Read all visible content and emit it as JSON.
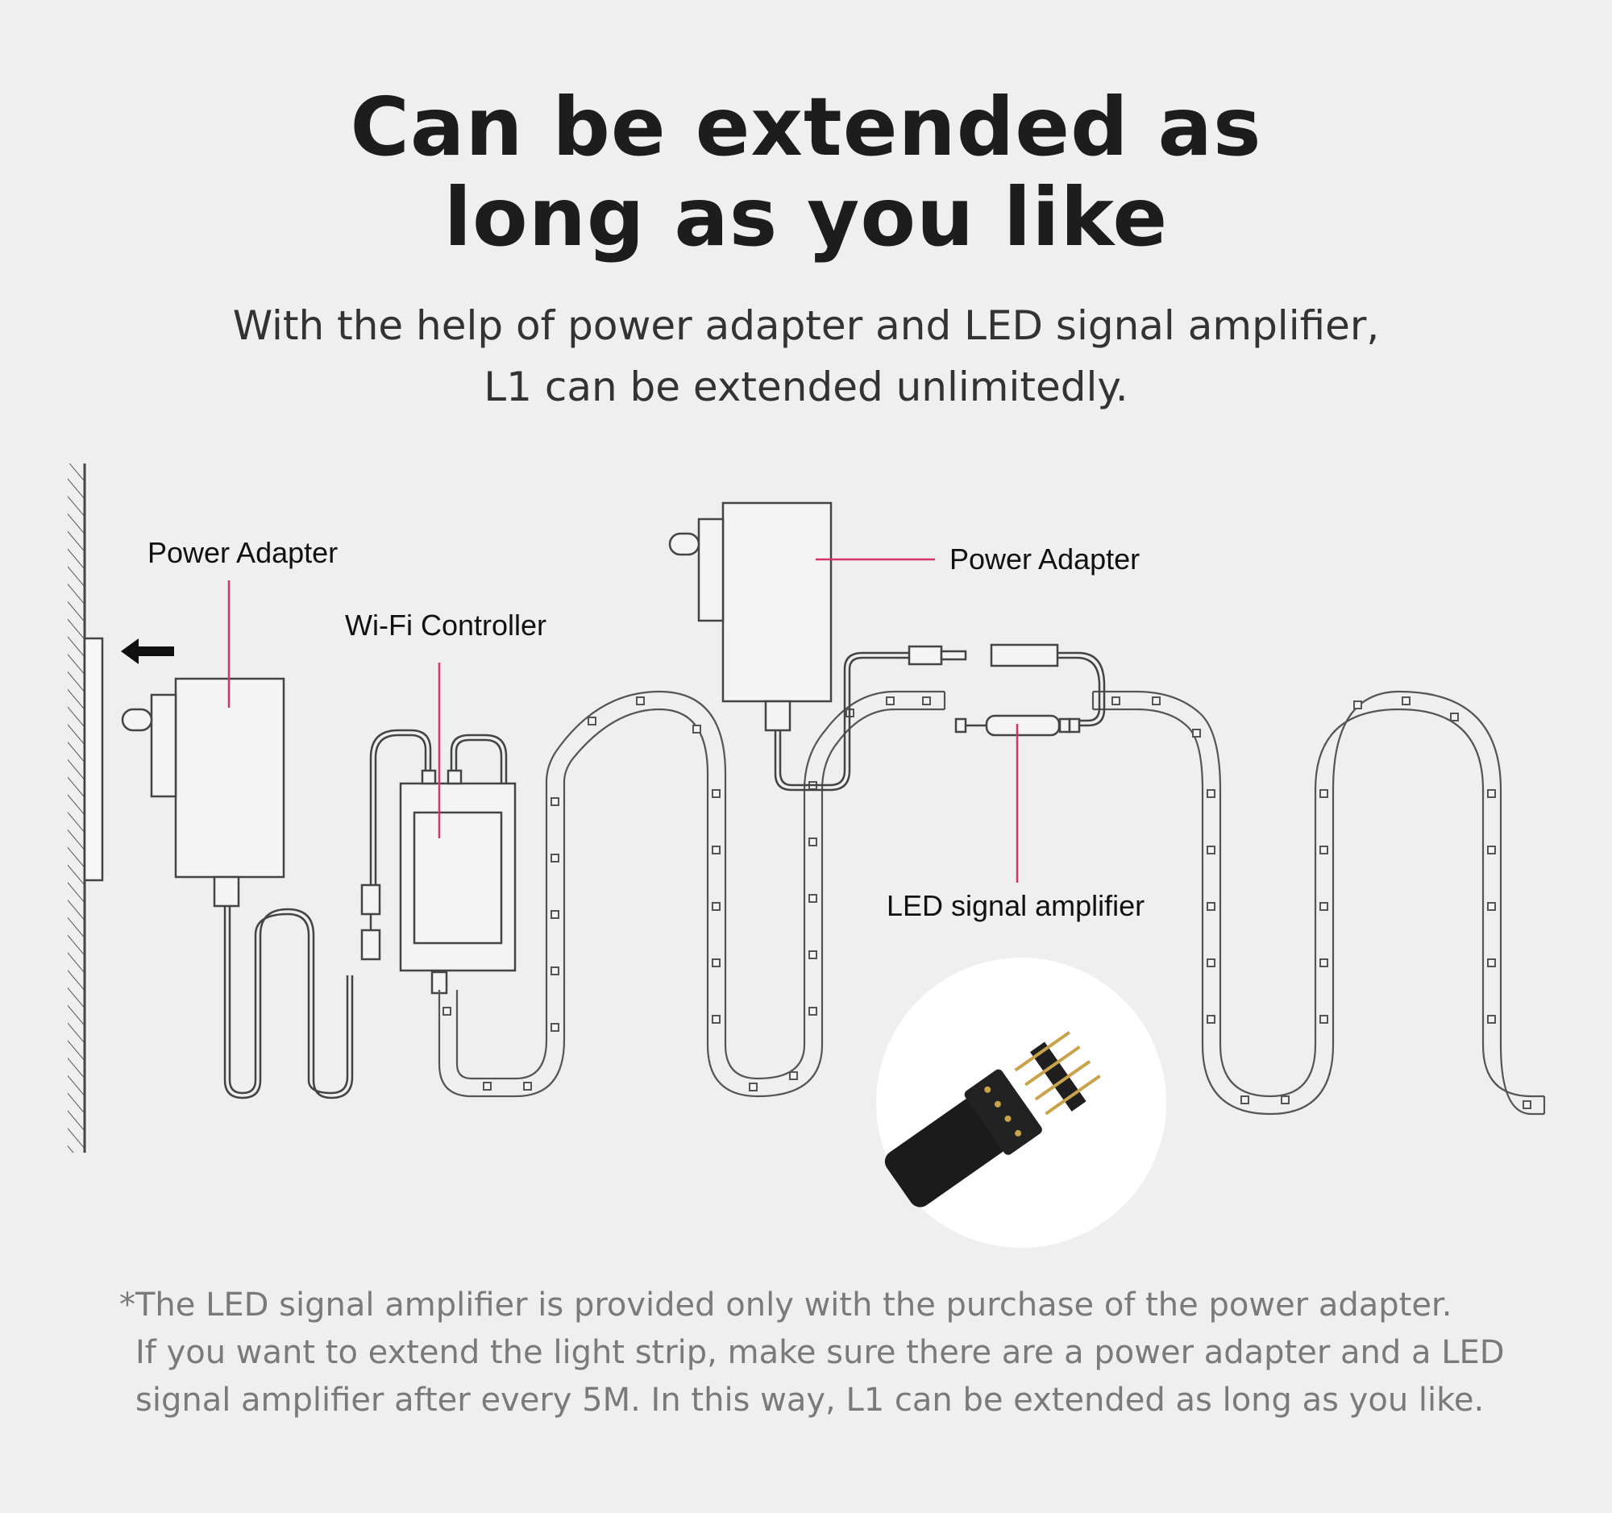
{
  "headline": {
    "line1": "Can be extended as",
    "line2": "long as you like"
  },
  "subtitle": {
    "line1": "With the help of power adapter and LED signal amplifier,",
    "line2": "L1 can be extended unlimitedly."
  },
  "diagram": {
    "labels": {
      "power_adapter_left": "Power Adapter",
      "wifi_controller": "Wi-Fi Controller",
      "power_adapter_right": "Power Adapter",
      "led_signal_amplifier": "LED signal amplifier"
    },
    "colors": {
      "leader_line": "#d4336b",
      "outline": "#444444",
      "connector_body": "#1b1b1b",
      "pins": "#c9a24a"
    },
    "icons": [
      "arrow-left-icon",
      "wall-hatch-icon"
    ]
  },
  "footnote": {
    "line1": "*The LED signal amplifier is provided only with the purchase of the power adapter.",
    "line2": "If you want to extend the light strip, make sure there are a power adapter and a LED",
    "line3": "signal amplifier after every 5M. In this way, L1 can be extended as long as you like."
  }
}
